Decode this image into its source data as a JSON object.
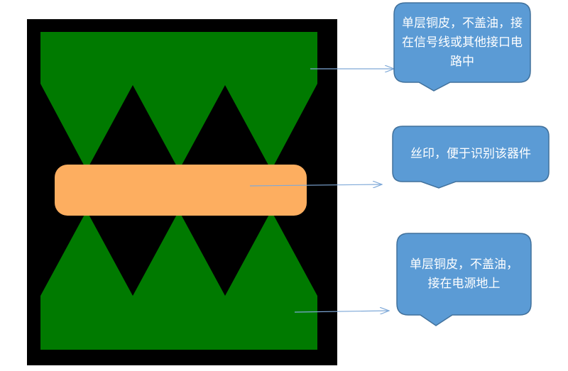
{
  "colors": {
    "board": "#000000",
    "copper": "#007A00",
    "silkscreen": "#FDAE60",
    "callout_fill": "#5B9BD5",
    "callout_border": "#41719C",
    "arrow": "#7FA9D8"
  },
  "callouts": [
    {
      "text": "单层铜皮，不盖油，接在信号线或其他接口电路中"
    },
    {
      "text": "丝印，便于识别该器件"
    },
    {
      "text": "单层铜皮，不盖油，接在电源地上"
    }
  ]
}
